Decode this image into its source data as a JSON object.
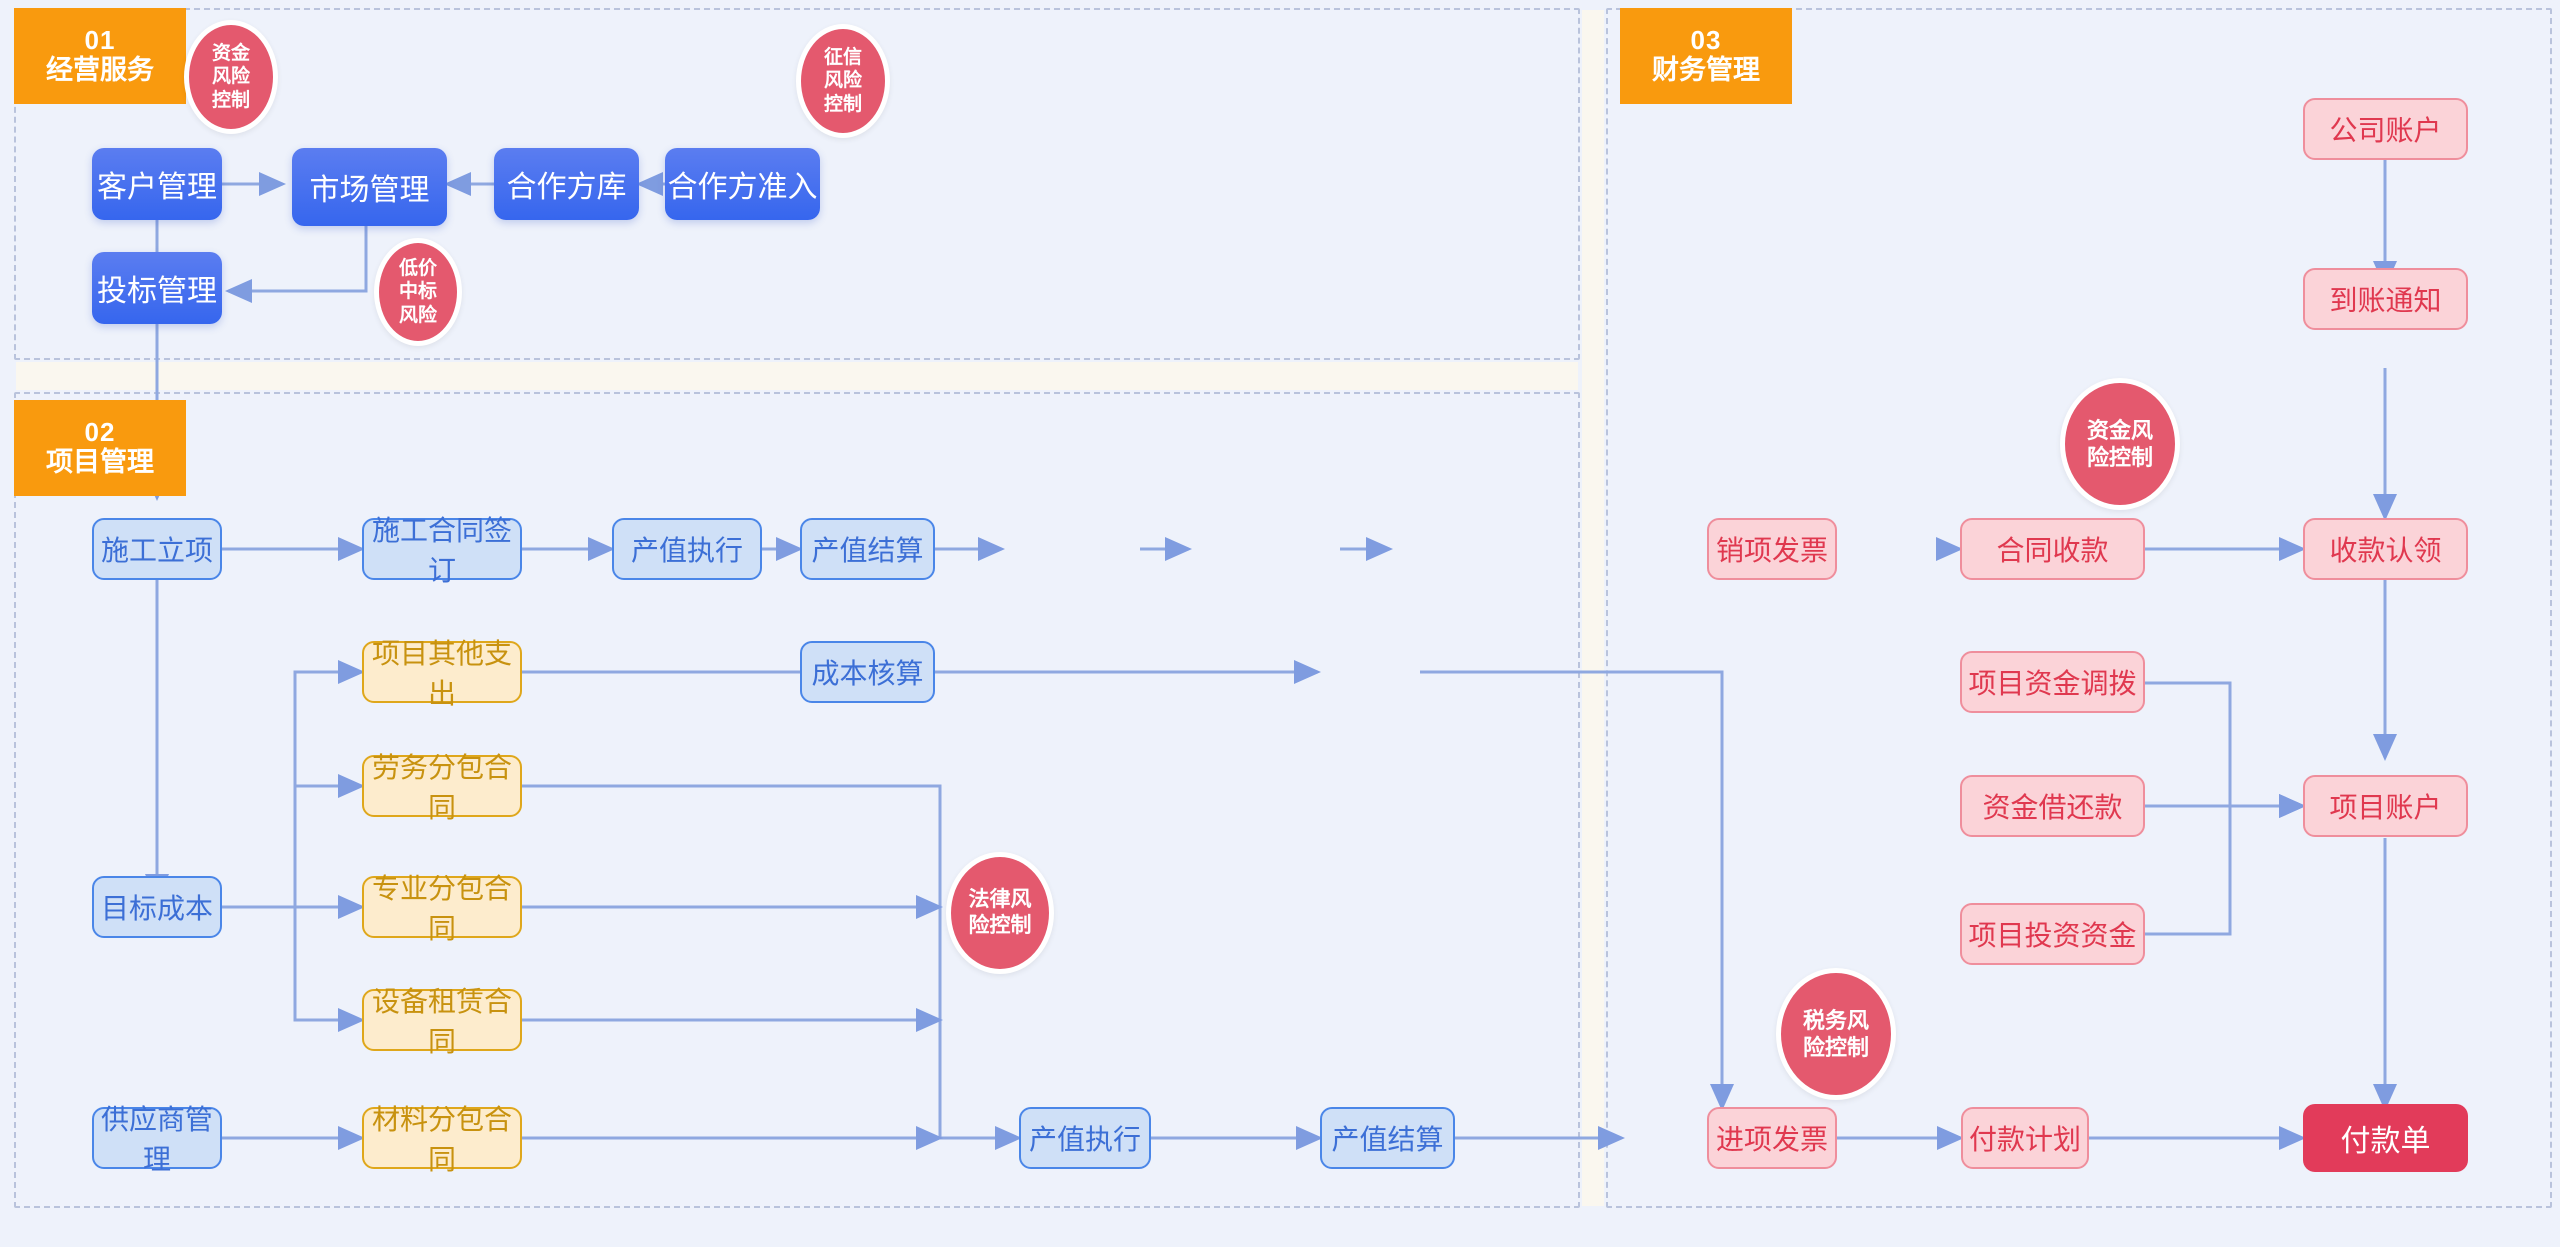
{
  "sections": [
    {
      "num": "01",
      "name": "经营服务"
    },
    {
      "num": "02",
      "name": "项目管理"
    },
    {
      "num": "03",
      "name": "财务管理"
    }
  ],
  "nodes": {
    "customer_mgmt": "客户管理",
    "market_mgmt": "市场管理",
    "partner_pool": "合作方库",
    "partner_entry": "合作方准入",
    "bid_mgmt": "投标管理",
    "proj_setup": "施工立项",
    "constr_contract": "施工合同签订",
    "output_exec_1": "产值执行",
    "output_settle_1": "产值结算",
    "other_expense": "项目其他支出",
    "cost_accounting": "成本核算",
    "target_cost": "目标成本",
    "labor_sub": "劳务分包合同",
    "pro_sub": "专业分包合同",
    "equip_lease": "设备租赁合同",
    "material_sub": "材料分包合同",
    "supplier_mgmt": "供应商管理",
    "output_exec_2": "产值执行",
    "output_settle_2": "产值结算",
    "sales_invoice": "销项发票",
    "contract_receipt": "合同收款",
    "company_account": "公司账户",
    "arrival_notice": "到账通知",
    "receipt_claim": "收款认领",
    "fund_transfer": "项目资金调拨",
    "fund_loan": "资金借还款",
    "project_invest": "项目投资资金",
    "project_account": "项目账户",
    "input_invoice": "进项发票",
    "payment_plan": "付款计划",
    "payment_order": "付款单"
  },
  "bubbles": {
    "capital_risk_1": "资金\n风险\n控制",
    "credit_risk": "征信\n风险\n控制",
    "lowbid_risk": "低价\n中标\n风险",
    "legal_risk": "法律风\n险控制",
    "capital_risk_2": "资金风\n险控制",
    "tax_risk": "税务风\n险控制"
  },
  "colors": {
    "section_tag": "#f99a0e",
    "blue_node": "#3666ee",
    "light_blue_node": "#cfe0f7",
    "yellow_node": "#fdeccd",
    "pink_node": "#fbd3d8",
    "red_node": "#e23b5a",
    "bubble": "#e4596e",
    "connector": "#8fa8e0",
    "background": "#eef2fb"
  }
}
